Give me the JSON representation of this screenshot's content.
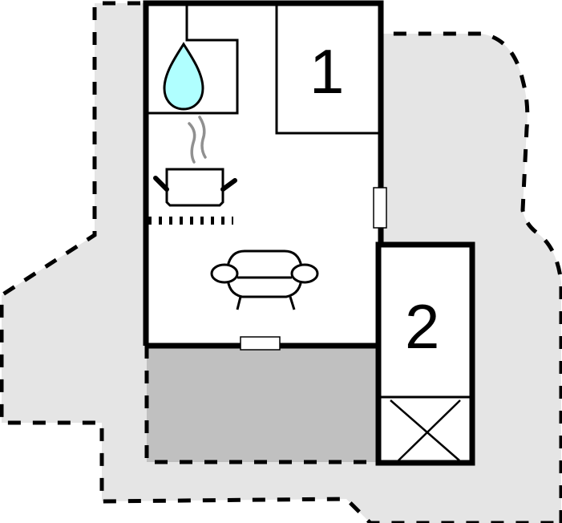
{
  "floorplan": {
    "rooms": [
      {
        "id": "bedroom-1",
        "label": "1"
      },
      {
        "id": "bedroom-2",
        "label": "2"
      }
    ],
    "symbols": [
      "water-drop",
      "steam",
      "cooking-pot",
      "stove-hob",
      "sofa",
      "window",
      "door",
      "closet-x"
    ],
    "colors": {
      "plot": "#e5e5e5",
      "terrace": "#c0c0c0",
      "wall": "#000000",
      "water": "#b0ffff",
      "steam": "#909090",
      "interior": "#ffffff"
    }
  }
}
